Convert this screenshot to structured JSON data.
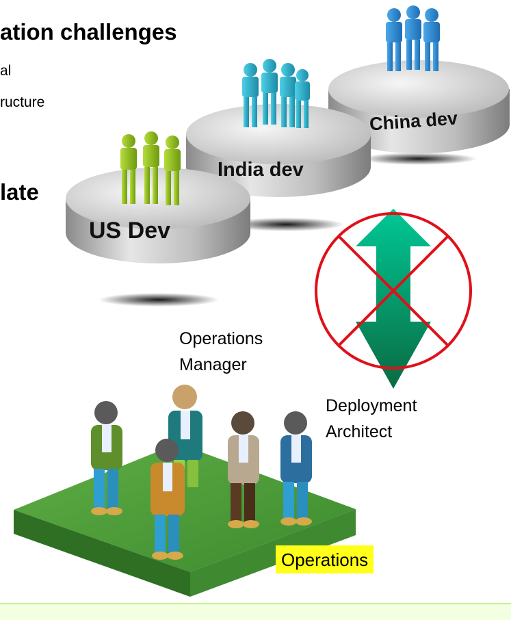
{
  "heading": {
    "line1": "ation challenges",
    "line2": "al",
    "line3": "ructure",
    "line4": "late"
  },
  "teams": [
    {
      "label": "US Dev",
      "figure_color": "#9bc91a"
    },
    {
      "label": "India dev",
      "figure_color": "#36b7cf"
    },
    {
      "label": "China dev",
      "figure_color": "#2f8fd6"
    }
  ],
  "roles": {
    "operations_manager": [
      "Operations",
      "Manager"
    ],
    "deployment_architect": [
      "Deployment",
      "Architect"
    ]
  },
  "operations_label": "Operations",
  "colors": {
    "platform_green": "#4a9a3a",
    "arrow_green": "#00a87a",
    "prohibition_red": "#e0101a",
    "highlight_yellow": "#ffff1a"
  }
}
